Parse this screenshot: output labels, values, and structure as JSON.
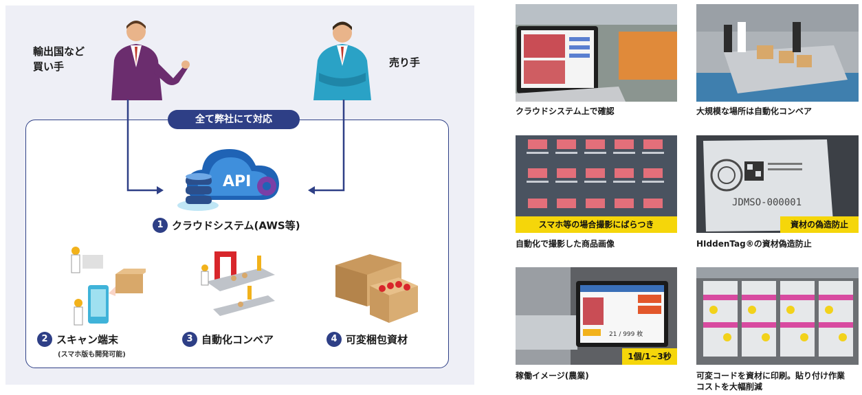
{
  "diagram": {
    "buyer_label_line1": "輸出国など",
    "buyer_label_line2": "買い手",
    "seller_label": "売り手",
    "support_pill": "全て弊社にて対応",
    "api_text": "API",
    "cloud_item": {
      "num": "1",
      "label": "クラウドシステム(AWS等)"
    },
    "items": [
      {
        "num": "2",
        "label": "スキャン端末",
        "sub": "(スマホ版も開発可能)"
      },
      {
        "num": "3",
        "label": "自動化コンベア"
      },
      {
        "num": "4",
        "label": "可変梱包資材"
      }
    ],
    "colors": {
      "navy": "#2e3f86",
      "buyer_suit": "#6b2d6e",
      "seller_suit": "#2aa2c6",
      "panel_bg": "#eeeff6"
    }
  },
  "photos": [
    {
      "caption": "クラウドシステム上で確認"
    },
    {
      "caption": "大規模な場所は自動化コンベア"
    },
    {
      "caption": "自動化で撮影した商品画像",
      "overlay": "スマホ等の場合撮影にばらつき"
    },
    {
      "caption": "HIddenTag®の資材偽造防止",
      "overlay": "資材の偽造防止",
      "tag_code": "JDMSO-000001"
    },
    {
      "caption": "稼働イメージ(農業)",
      "overlay": "1個/1~3秒",
      "screen_counter": "21 / 999 枚"
    },
    {
      "caption_line1": "可変コードを資材に印刷。貼り付け作業",
      "caption_line2": "コストを大幅削減"
    }
  ]
}
